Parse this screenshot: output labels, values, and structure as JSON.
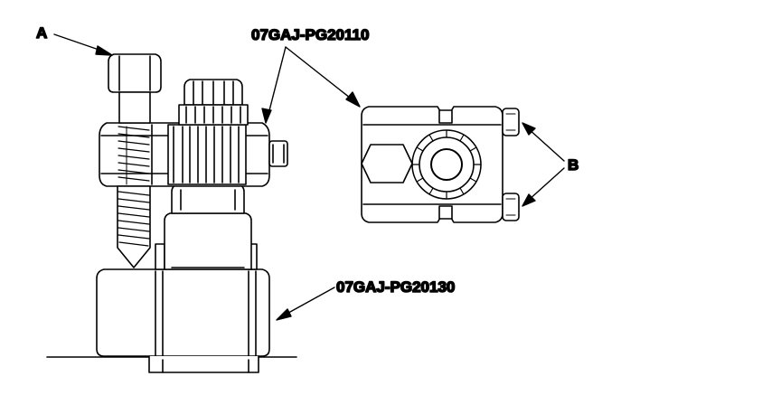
{
  "labels": {
    "a": "A",
    "b": "B",
    "part_upper": "07GAJ-PG20110",
    "part_lower": "07GAJ-PG20130"
  },
  "colors": {
    "ink": "#000000",
    "paper": "#ffffff"
  }
}
